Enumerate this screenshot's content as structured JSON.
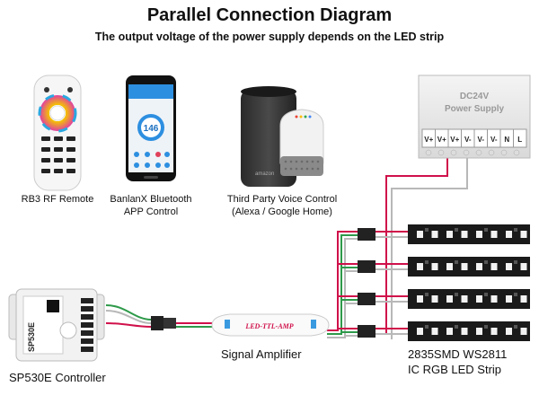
{
  "header": {
    "title": "Parallel Connection Diagram",
    "subtitle_pre": "The output voltage of the power supply depends on the ",
    "subtitle_bold": "LED",
    "subtitle_post": " strip"
  },
  "remote": {
    "label": "RB3 RF Remote"
  },
  "phone": {
    "label_line1": "BanlanX Bluetooth",
    "label_line2": "APP Control",
    "dial_value": "146"
  },
  "voice": {
    "label_line1": "Third Party Voice Control",
    "label_line2": "(Alexa / Google Home)",
    "speaker_brand": "amazon"
  },
  "power_supply": {
    "line1": "DC24V",
    "line2": "Power Supply",
    "terminals": [
      "V+",
      "V+",
      "V+",
      "V-",
      "V-",
      "V-",
      "N",
      "L"
    ]
  },
  "controller": {
    "label": "SP530E Controller",
    "device_text": "SP530E"
  },
  "amplifier": {
    "label": "Signal Amplifier",
    "device_text": "LED-TTL-AMP"
  },
  "strip": {
    "label_line1": "2835SMD WS2811",
    "label_line2": "IC RGB LED Strip"
  },
  "colors": {
    "red_wire": "#d0104a",
    "gray_wire": "#b8b8b8",
    "green_wire": "#2e9a4a",
    "strip": "#1a1a1a"
  }
}
